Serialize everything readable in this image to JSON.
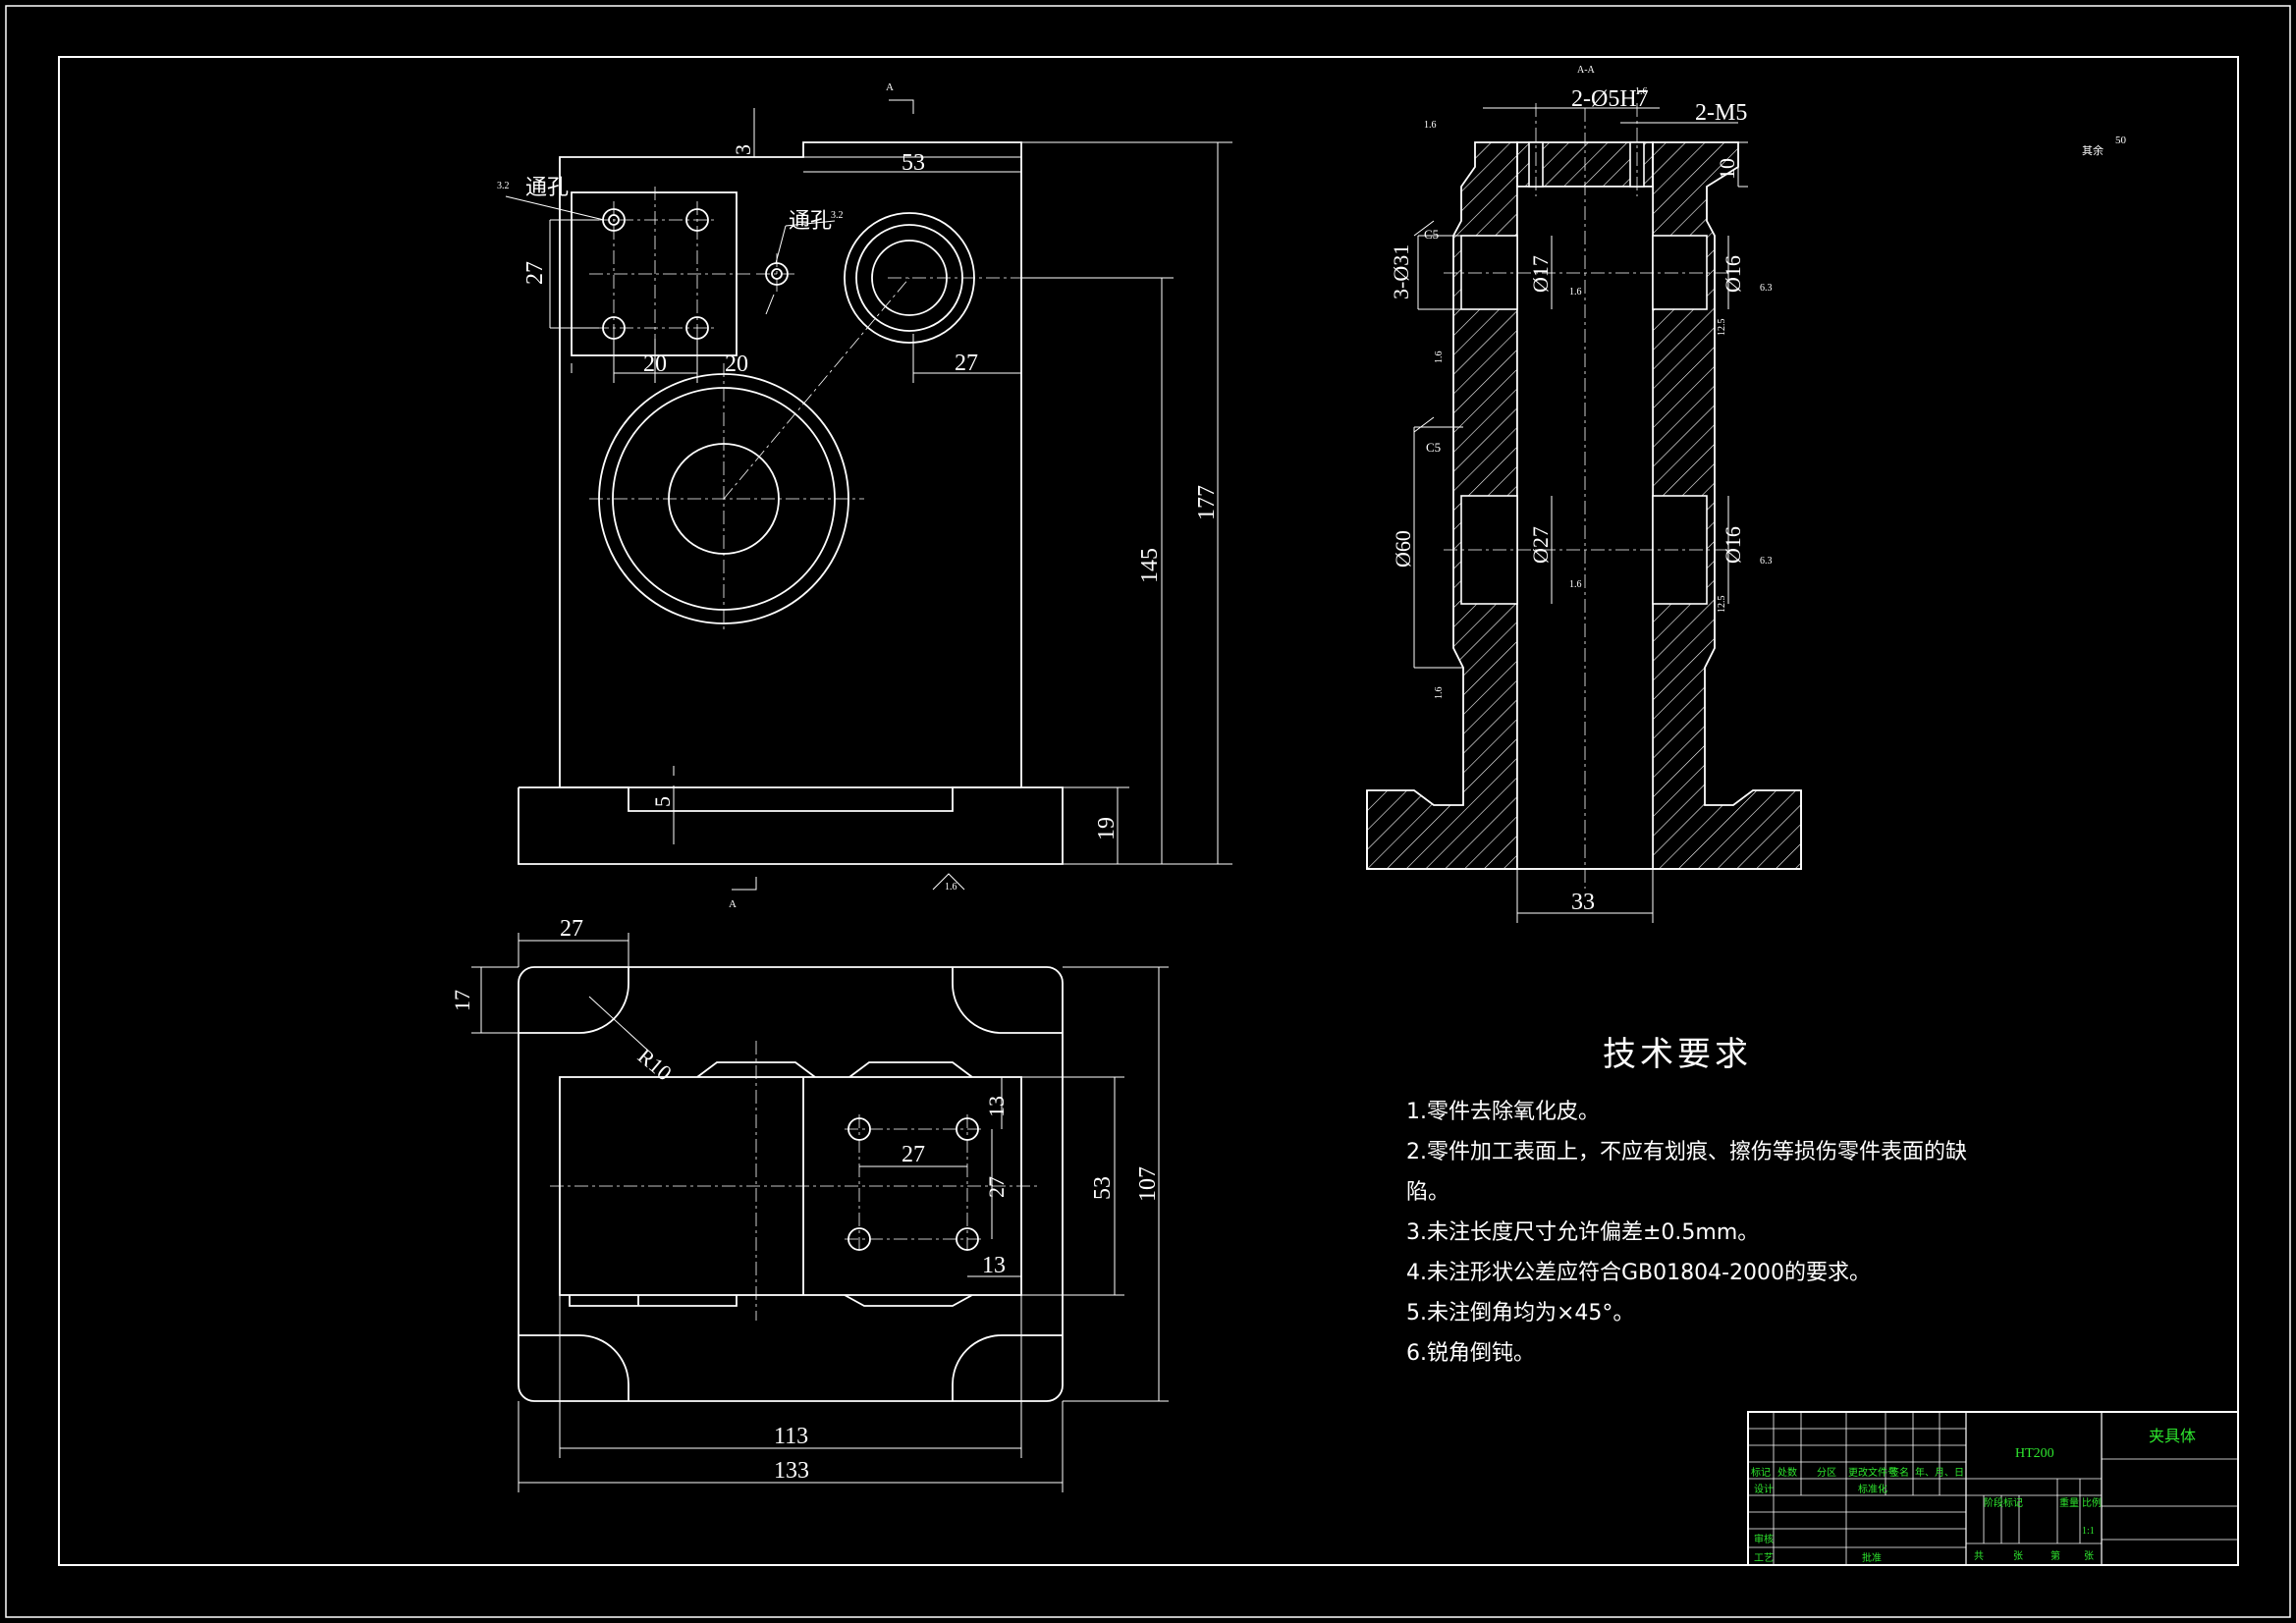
{
  "sheet": {
    "section_label": "A-A",
    "view_mark": "A",
    "surface_note_label": "其余",
    "surface_note_value": "50"
  },
  "front_view": {
    "dims": {
      "top_width": "53",
      "top_step": "3",
      "hole_block_height": "27",
      "hole_pitch_left": "20",
      "hole_pitch_right": "20",
      "right_offset": "27",
      "inner_height": "145",
      "total_height": "177",
      "base_height": "19",
      "base_recess": "5"
    },
    "notes": {
      "through_hole_left": "通孔",
      "through_hole_right": "通孔",
      "roughness_32_a": "3.2",
      "roughness_32_b": "3.2",
      "roughness_16_base": "1.6"
    }
  },
  "section_view": {
    "dims": {
      "pin_holes": "2-Ø5H7",
      "threads": "2-M5",
      "top_thickness": "10",
      "bore_3x": "3-Ø31",
      "bore_17": "Ø17",
      "bore_16_upper": "Ø16",
      "bore_16_lower": "Ø16",
      "bore_27": "Ø27",
      "outer_60": "Ø60",
      "bottom_width": "33",
      "chamfer_upper": "C5",
      "chamfer_lower": "C5"
    },
    "roughness": {
      "r1": "1.6",
      "r2": "1.6",
      "r3": "1.6",
      "r4": "1.6",
      "r5": "1.6",
      "r6": "1.6",
      "r7": "6.3",
      "r8": "6.3",
      "r9": "12.5",
      "r10": "12.5"
    }
  },
  "top_view": {
    "dims": {
      "corner_width": "27",
      "corner_height": "17",
      "radius": "R10",
      "hole_pitch_x": "27",
      "hole_pitch_y": "27",
      "hole_edge_top": "13",
      "hole_edge_side": "13",
      "inner_width": "53",
      "total_depth": "107",
      "inner_length": "113",
      "total_length": "133"
    }
  },
  "tech_requirements": {
    "title": "技术要求",
    "items": [
      "1.零件去除氧化皮。",
      "2.零件加工表面上，不应有划痕、擦伤等损伤零件表面的缺",
      "陷。",
      "3.未注长度尺寸允许偏差±0.5mm。",
      "4.未注形状公差应符合GB01804-2000的要求。",
      "5.未注倒角均为×45°。",
      "6.锐角倒钝。"
    ]
  },
  "title_block": {
    "material": "HT200",
    "part_name": "夹具体",
    "scale": "1:1",
    "headers": [
      "标记",
      "处数",
      "分区",
      "更改文件号",
      "签名",
      "年、月、日"
    ],
    "row_design": "设计",
    "row_standard": "标准化",
    "row_review": "审核",
    "row_process": "工艺",
    "row_approve": "批准",
    "stage_mark": "阶段标记",
    "weight": "重量",
    "ratio": "比例",
    "sheets_total": "共",
    "sheets_unit1": "张",
    "sheets_no": "第",
    "sheets_unit2": "张"
  },
  "colors": {
    "background": "#000000",
    "line": "#ffffff",
    "title_text": "#2ee62e"
  }
}
